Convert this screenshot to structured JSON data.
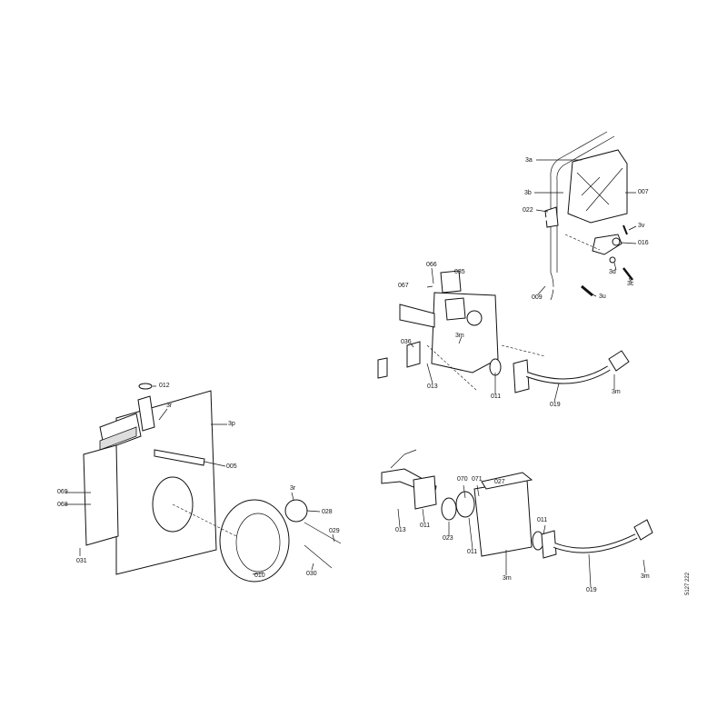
{
  "diagram": {
    "reference_code": "5127 222",
    "top_right_assembly": {
      "labels": [
        "3a",
        "3b",
        "007",
        "022",
        "3v",
        "016",
        "3d",
        "3c",
        "009",
        "3u"
      ]
    },
    "gas_valve_assembly": {
      "labels": [
        "066",
        "035",
        "067",
        "3m",
        "036",
        "013",
        "011",
        "019",
        "3m"
      ]
    },
    "fan_assembly": {
      "labels": [
        "012",
        "3r",
        "3p",
        "005",
        "069",
        "068",
        "3r",
        "028",
        "029",
        "031",
        "030",
        "010"
      ]
    },
    "gas_block_assembly": {
      "labels": [
        "070",
        "071",
        "027",
        "011",
        "013",
        "011",
        "023",
        "011",
        "3m",
        "019",
        "3m"
      ]
    }
  }
}
